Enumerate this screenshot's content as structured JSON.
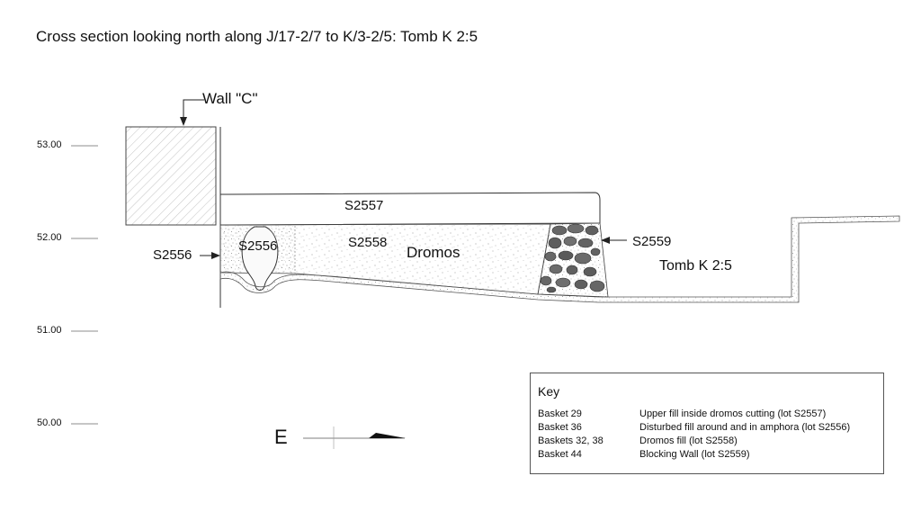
{
  "title": "Cross section looking north along J/17-2/7 to K/3-2/5: Tomb K 2:5",
  "elevations": [
    {
      "label": "53.00",
      "value": 53.0
    },
    {
      "label": "52.00",
      "value": 52.0
    },
    {
      "label": "51.00",
      "value": 51.0
    },
    {
      "label": "50.00",
      "value": 50.0
    }
  ],
  "labels": {
    "wall_c": "Wall \"C\"",
    "s2557": "S2557",
    "s2556_inner": "S2556",
    "s2556_outer": "S2556",
    "s2558": "S2558",
    "dromos": "Dromos",
    "s2559": "S2559",
    "tomb": "Tomb K 2:5"
  },
  "key": {
    "title": "Key",
    "rows": [
      {
        "basket": "Basket 29",
        "desc": "Upper fill inside dromos cutting (lot S2557)"
      },
      {
        "basket": "Basket 36",
        "desc": "Disturbed fill around and in amphora (lot S2556)"
      },
      {
        "basket": "Baskets 32, 38",
        "desc": "Dromos fill (lot S2558)"
      },
      {
        "basket": "Basket 44",
        "desc": "Blocking Wall (lot S2559)"
      }
    ]
  },
  "compass": {
    "label": "E"
  }
}
